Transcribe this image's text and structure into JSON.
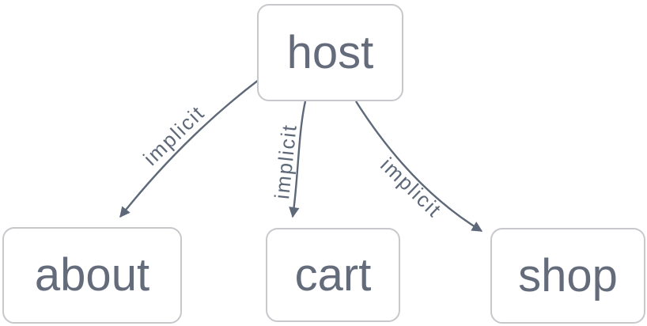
{
  "diagram": {
    "type": "dependency-graph",
    "nodes": [
      {
        "id": "host",
        "label": "host"
      },
      {
        "id": "about",
        "label": "about"
      },
      {
        "id": "cart",
        "label": "cart"
      },
      {
        "id": "shop",
        "label": "shop"
      }
    ],
    "edges": [
      {
        "from": "host",
        "to": "about",
        "label": "implicit",
        "style": "curved-arrow"
      },
      {
        "from": "host",
        "to": "cart",
        "label": "implicit",
        "style": "curved-arrow"
      },
      {
        "from": "host",
        "to": "shop",
        "label": "implicit",
        "style": "curved-arrow"
      }
    ],
    "colors": {
      "background": "#ffffff",
      "node_text": "#646c7b",
      "node_border": "#c6c8cc",
      "edge": "#5d6878",
      "edge_label": "#5d6878"
    }
  }
}
